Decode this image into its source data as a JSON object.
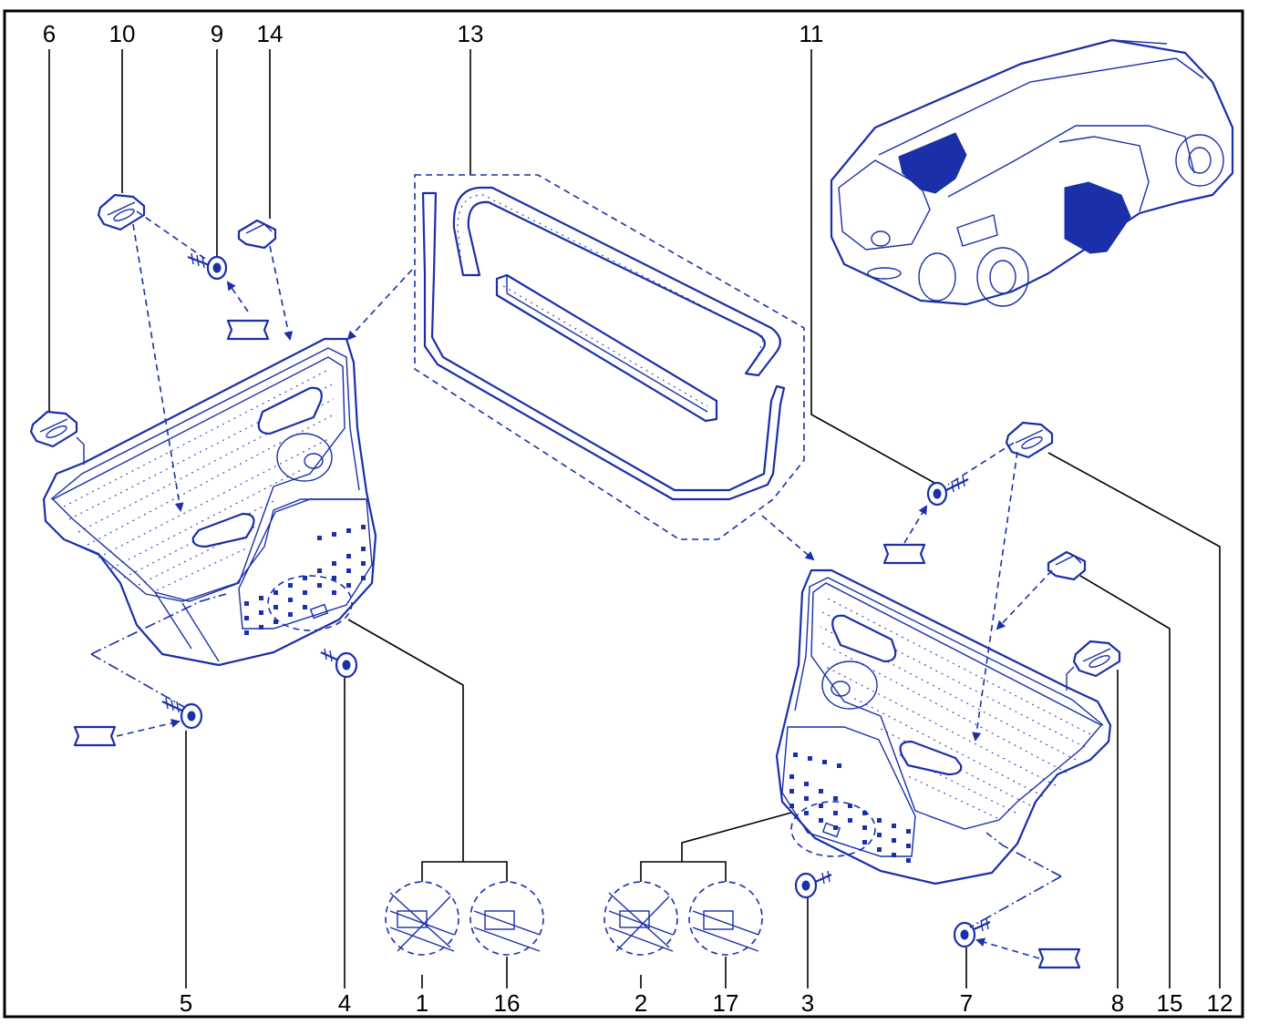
{
  "diagram": {
    "colors": {
      "line": "#1a2fa8",
      "callout": "#000000",
      "background": "#ffffff"
    },
    "callouts": {
      "c6": "6",
      "c10": "10",
      "c9": "9",
      "c14": "14",
      "c13": "13",
      "c11": "11",
      "c5": "5",
      "c4": "4",
      "c1": "1",
      "c16": "16",
      "c2": "2",
      "c17": "17",
      "c3": "3",
      "c7": "7",
      "c8": "8",
      "c15": "15",
      "c12": "12"
    },
    "symbols": [
      "replace-part-icon"
    ]
  }
}
